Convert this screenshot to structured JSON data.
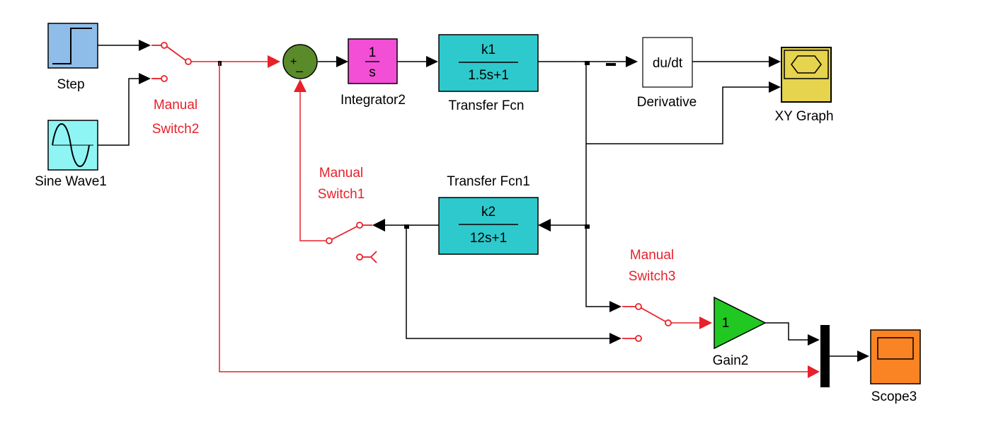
{
  "blocks": {
    "step": {
      "label": "Step",
      "color": "#8fbde9"
    },
    "sine": {
      "label": "Sine Wave1",
      "color": "#8ff4f4"
    },
    "manual_switch2": {
      "label_line1": "Manual",
      "label_line2": "Switch2"
    },
    "manual_switch1": {
      "label_line1": "Manual",
      "label_line2": "Switch1"
    },
    "manual_switch3": {
      "label_line1": "Manual",
      "label_line2": "Switch3"
    },
    "sum": {
      "plus": "+",
      "minus": "–",
      "color": "#5a8a2a"
    },
    "integrator": {
      "label": "Integrator2",
      "numerator": "1",
      "denominator": "s",
      "color": "#f24fd6"
    },
    "transfer_fcn": {
      "label": "Transfer Fcn",
      "numerator": "k1",
      "denominator": "1.5s+1",
      "color": "#2ec9cc"
    },
    "transfer_fcn1": {
      "label": "Transfer Fcn1",
      "numerator": "k2",
      "denominator": "12s+1",
      "color": "#2ec9cc"
    },
    "derivative": {
      "label": "Derivative",
      "text": "du/dt"
    },
    "xy_graph": {
      "label": "XY Graph",
      "color": "#e6d34e"
    },
    "gain": {
      "label": "Gain2",
      "value": "1",
      "color": "#22c822"
    },
    "scope": {
      "label": "Scope3",
      "color": "#fa8423"
    }
  },
  "colors": {
    "signal": "#000000",
    "switch": "#e8202a"
  }
}
